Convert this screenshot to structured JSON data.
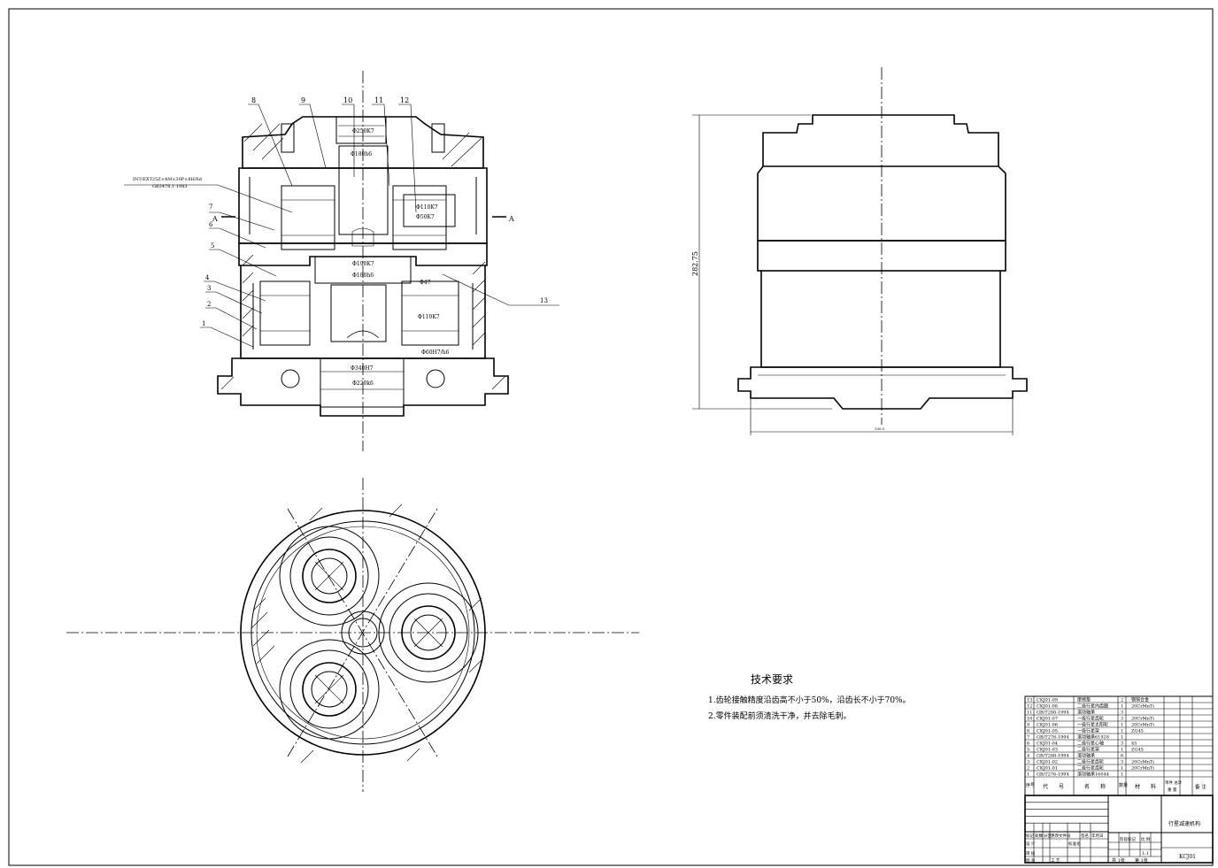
{
  "balloons": [
    "8",
    "9",
    "10",
    "11",
    "12",
    "7",
    "6",
    "5",
    "4",
    "3",
    "2",
    "1",
    "13"
  ],
  "section_marks": [
    "A",
    "A"
  ],
  "spline_note": [
    "INT/EXT25Z×4M×30P×8H/6d",
    "GB3478.1-1983"
  ],
  "fit_labels": [
    "Φ250K7",
    "Φ180h6",
    "Φ110K7",
    "Φ50K7",
    "Φ190K7",
    "Φ180h6",
    "Φ47",
    "Φ110K7",
    "Φ60H7/h6",
    "Φ340H7",
    "Φ220k6"
  ],
  "dimension_height": "282.75",
  "dimension_width": "336.5",
  "tech_requirements": {
    "title": "技术要求",
    "items": [
      "1.齿轮接触精度沿齿高不小于50%，沿齿长不小于70%。",
      "2.零件装配前须清洗干净，并去除毛刺。"
    ]
  },
  "bom": [
    {
      "no": "13",
      "code": "CKJ01-09",
      "name": "摩擦垫",
      "qty": "2",
      "material": "钢铜合金"
    },
    {
      "no": "12",
      "code": "CKJ01-08",
      "name": "二级行星内齿圈",
      "qty": "1",
      "material": "20CrMnTi"
    },
    {
      "no": "11",
      "code": "GB/T288-1994",
      "name": "滚动轴承",
      "qty": "3",
      "material": ""
    },
    {
      "no": "10",
      "code": "CKJ01-07",
      "name": "一级行星齿轮",
      "qty": "3",
      "material": "20CrMnTi"
    },
    {
      "no": "9",
      "code": "CKJ01-06",
      "name": "一级行星太阳轮",
      "qty": "1",
      "material": "20CrMnTi"
    },
    {
      "no": "8",
      "code": "CKJ01-05",
      "name": "一级行星架",
      "qty": "1",
      "material": "ZG45"
    },
    {
      "no": "7",
      "code": "GB/T276-1994",
      "name": "滚动轴承61928",
      "qty": "1",
      "material": ""
    },
    {
      "no": "6",
      "code": "CKJ01-04",
      "name": "二级行星心轴",
      "qty": "3",
      "material": "45"
    },
    {
      "no": "5",
      "code": "CKJ01-03",
      "name": "二级行星架",
      "qty": "1",
      "material": "ZG45"
    },
    {
      "no": "4",
      "code": "GB/T288-1994",
      "name": "滚动轴承",
      "qty": "6",
      "material": ""
    },
    {
      "no": "3",
      "code": "CKJ01-02",
      "name": "二级行星齿轮",
      "qty": "3",
      "material": "20CrMnTi"
    },
    {
      "no": "2",
      "code": "CKJ01-01",
      "name": "二级行星齿轮",
      "qty": "1",
      "material": "20CrMnTi"
    },
    {
      "no": "1",
      "code": "GB/T276-1994",
      "name": "滚动轴承16044",
      "qty": "1",
      "material": ""
    }
  ],
  "bom_header": {
    "no": "序号",
    "code": "代　　号",
    "name": "名　　称",
    "qty": "数量",
    "material": "材　　料",
    "weight": "单件 总计",
    "weight2": "重 量",
    "remark": "备 注"
  },
  "title_block": {
    "drawing_name": "行星减速机构",
    "drawing_code": "KCJ01",
    "scale": "1:1",
    "sheet_total": "共 1张",
    "sheet_no": "第 1张",
    "labels": {
      "mark": "标记",
      "count": "处数",
      "zone": "分区",
      "change_doc": "更改文件号",
      "sign": "签名",
      "date": "年月日",
      "design": "设 计",
      "standard": "标准化",
      "stage": "阶段标记",
      "weight": "重 量",
      "ratio": "比 例",
      "review": "审 核",
      "process": "工 艺",
      "approve": "批 准"
    }
  },
  "colors": {
    "line": "#000000",
    "paper": "#ffffff"
  }
}
